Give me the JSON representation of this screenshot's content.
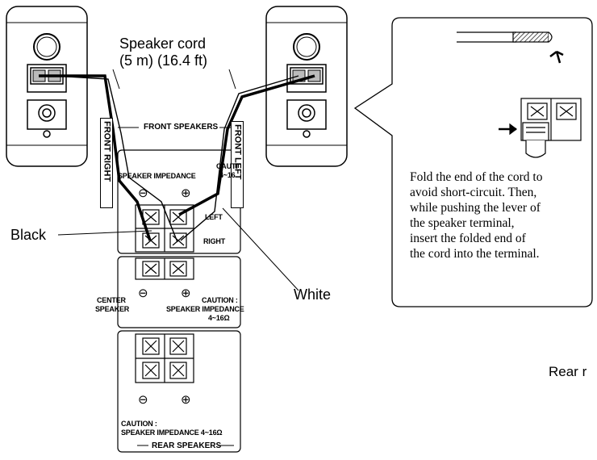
{
  "labels": {
    "speaker_cord_line1": "Speaker cord",
    "speaker_cord_line2": "(5 m) (16.4 ft)",
    "front_speakers": "FRONT SPEAKERS",
    "front_right": "FRONT RIGHT",
    "front_left": "FRONT LEFT",
    "caution_top": "CAUTI",
    "speaker_impedance_top": "SPEAKER IMPEDANCE",
    "impedance_range_top": "4~16",
    "minus": "⊖",
    "plus": "⊕",
    "left": "LEFT",
    "right": "RIGHT",
    "black": "Black",
    "white": "White",
    "center_speaker_line1": "CENTER",
    "center_speaker_line2": "SPEAKER",
    "caution_center": "CAUTION :",
    "speaker_impedance_center": "SPEAKER IMPEDANCE",
    "impedance_range_center": "4~16Ω",
    "caution_rear": "CAUTION :",
    "speaker_impedance_rear": "SPEAKER IMPEDANCE 4~16Ω",
    "rear_speakers": "REAR SPEAKERS",
    "rear_cut": "Rear r"
  },
  "instructions": [
    "Fold the end of the cord to",
    "avoid short-circuit. Then,",
    "while pushing the lever of",
    "the speaker terminal,",
    "insert the folded end of",
    "the cord into the terminal."
  ],
  "colors": {
    "line": "#000000",
    "panel": "#ffffff",
    "terminal": "#dddddd"
  }
}
